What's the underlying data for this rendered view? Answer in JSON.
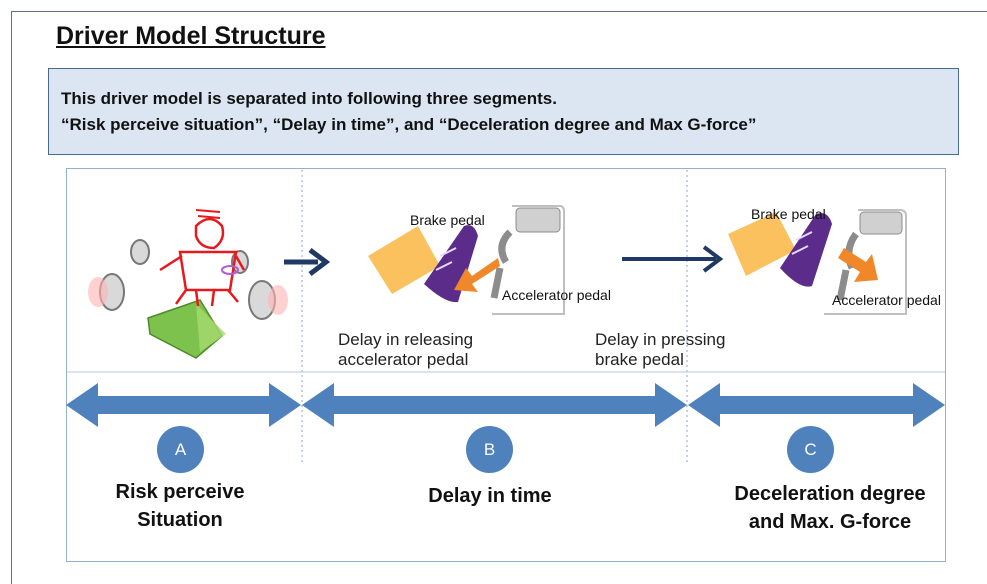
{
  "header": {
    "title": "Driver Model Structure"
  },
  "intro": {
    "line1": "This driver model is separated into following three segments.",
    "line2": "“Risk perceive situation”, “Delay in time”, and “Deceleration degree and Max G-force”"
  },
  "diagram": {
    "pedals_1": {
      "brake": "Brake pedal",
      "accelerator": "Accelerator pedal"
    },
    "pedals_2": {
      "brake": "Brake pedal",
      "accelerator": "Accelerator pedal"
    },
    "caption_release": {
      "line1": "Delay in releasing",
      "line2": "accelerator pedal"
    },
    "caption_press": {
      "line1": "Delay in pressing",
      "line2": "brake pedal"
    },
    "segments": [
      {
        "badge": "A",
        "title_line1": "Risk perceive",
        "title_line2": "Situation"
      },
      {
        "badge": "B",
        "title_line1": "Delay in time",
        "title_line2": ""
      },
      {
        "badge": "C",
        "title_line1": "Deceleration degree",
        "title_line2": "and Max. G-force"
      }
    ]
  },
  "colors": {
    "accent_blue": "#4f81bd",
    "dark_navy": "#1f3864",
    "pedal_orange": "#fbc15e",
    "shoe_purple": "#5b2c8a",
    "pedal_arrow_orange": "#f0882a",
    "figure_red": "#e8191c",
    "path_green": "#7cc24d"
  }
}
